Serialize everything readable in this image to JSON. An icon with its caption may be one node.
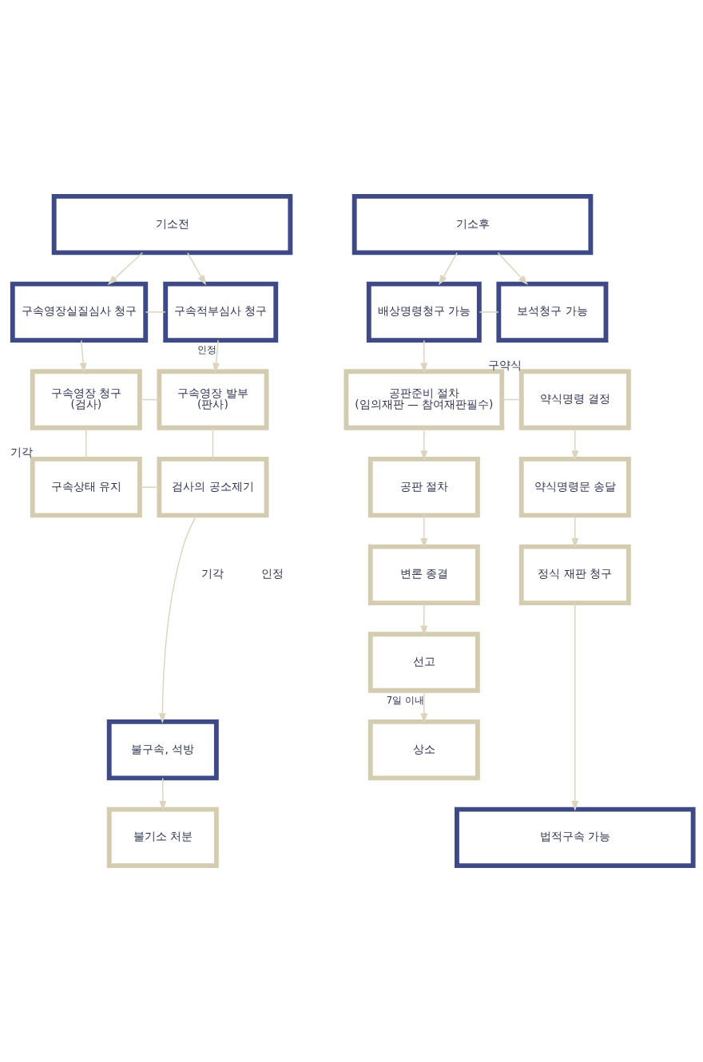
{
  "diagram": {
    "nodes": [
      {
        "text": [
          "기소전"
        ]
      },
      {
        "text": [
          "기소후"
        ]
      },
      {
        "text": [
          "구속영장실질심사 청구"
        ]
      },
      {
        "text": [
          "구속적부심사 청구"
        ]
      },
      {
        "text": [
          "배상명령청구 가능"
        ]
      },
      {
        "text": [
          "보석청구 가능"
        ]
      },
      {
        "text": [
          "구속영장 청구",
          "(검사)"
        ]
      },
      {
        "text": [
          "구속영장 발부",
          "(판사)"
        ]
      },
      {
        "text": [
          "공판준비 절차",
          "(임의재판 — 참여재판필수)"
        ]
      },
      {
        "text": [
          "약식명령 결정"
        ],
        "beside": [
          "구약식"
        ]
      },
      {
        "text": [
          "구속상태 유지"
        ],
        "beside": [
          "기각"
        ]
      },
      {
        "text": [
          "검사의 공소제기"
        ]
      },
      {
        "text": [
          "공판 절차"
        ]
      },
      {
        "text": [
          "약식명령문 송달"
        ]
      },
      {
        "text": [
          "변론 종결"
        ]
      },
      {
        "text": [
          "정식 재판 청구"
        ]
      },
      {
        "text": [
          "선고"
        ]
      },
      {
        "text": [
          "불구속, 석방"
        ]
      },
      {
        "text": [
          "상소"
        ]
      },
      {
        "text": [
          "불기소 처분"
        ]
      },
      {
        "text": [
          "법적구속 가능"
        ]
      }
    ],
    "edges": [
      {
        "from": 0,
        "to": 2,
        "arrow": "to"
      },
      {
        "from": 0,
        "to": 3,
        "arrow": "to"
      },
      {
        "from": 1,
        "to": 4,
        "arrow": "to"
      },
      {
        "from": 1,
        "to": 5,
        "arrow": "to"
      },
      {
        "from": 2,
        "to": 3,
        "arrow": "none"
      },
      {
        "from": 4,
        "to": 5,
        "arrow": "none"
      },
      {
        "from": 2,
        "to": 6,
        "arrow": "to"
      },
      {
        "from": 3,
        "to": 7,
        "arrow": "to",
        "label": "인정"
      },
      {
        "from": 4,
        "to": 8,
        "arrow": "to"
      },
      {
        "from": 6,
        "to": 7,
        "arrow": "none"
      },
      {
        "from": 8,
        "to": 9,
        "arrow": "none"
      },
      {
        "from": 6,
        "to": 10,
        "arrow": "none"
      },
      {
        "from": 7,
        "to": 11,
        "arrow": "none"
      },
      {
        "from": 10,
        "to": 11,
        "arrow": "none"
      },
      {
        "from": 8,
        "to": 12,
        "arrow": "to"
      },
      {
        "from": 9,
        "to": 13,
        "arrow": "to"
      },
      {
        "from": 12,
        "to": 14,
        "arrow": "to"
      },
      {
        "from": 13,
        "to": 15,
        "arrow": "to"
      },
      {
        "from": 14,
        "to": 16,
        "arrow": "to"
      },
      {
        "from": 11,
        "to": 17,
        "arrow": "to"
      },
      {
        "from": 16,
        "to": 18,
        "arrow": "to",
        "label": "7일 이내"
      },
      {
        "from": 17,
        "to": 19,
        "arrow": "to"
      },
      {
        "from": 15,
        "to": 20,
        "arrow": "to"
      }
    ],
    "labels": [
      "기각",
      "인정"
    ]
  }
}
